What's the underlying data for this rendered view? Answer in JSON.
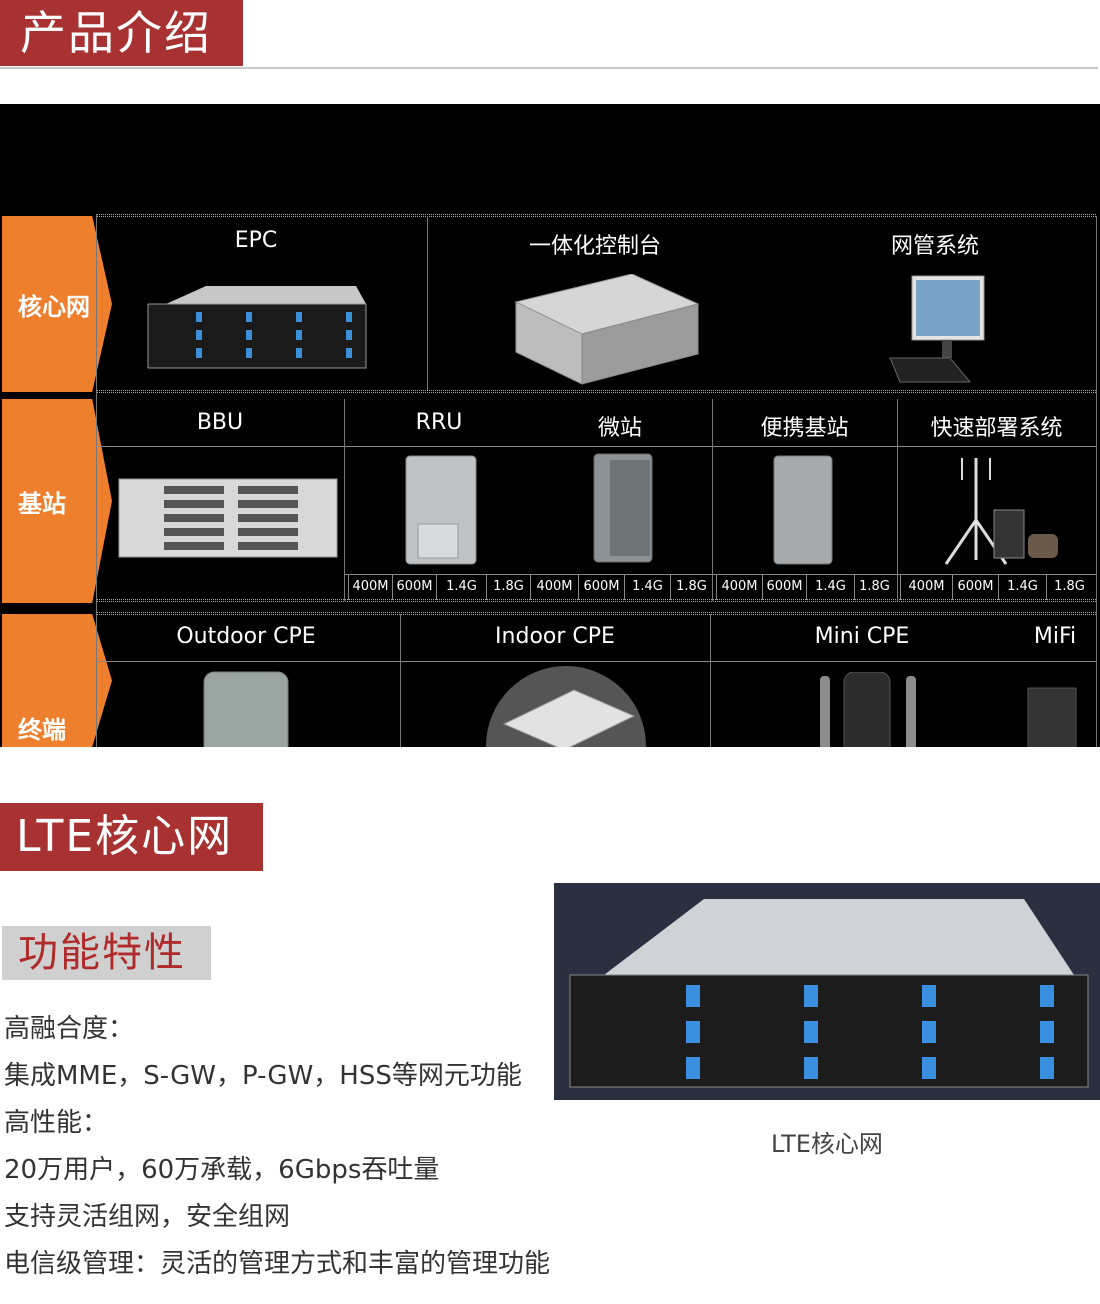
{
  "header1": "产品介绍",
  "panel": {
    "categories": [
      "核心网",
      "基站",
      "终端"
    ],
    "core": [
      "EPC",
      "一体化控制台",
      "网管系统"
    ],
    "bs": [
      "BBU",
      "RRU",
      "微站",
      "便携基站",
      "快速部署系统"
    ],
    "terminal": [
      "Outdoor CPE",
      "Indoor CPE",
      "Mini CPE",
      "MiFi"
    ],
    "specs": [
      "400M",
      "600M",
      "1.4G",
      "1.8G"
    ]
  },
  "header2": "LTE核心网",
  "sub_header": "功能特性",
  "features": [
    "高融合度：",
    "集成MME，S-GW，P-GW，HSS等网元功能",
    "高性能：",
    "20万用户，60万承载，6Gbps吞吐量",
    "支持灵活组网，安全组网",
    "电信级管理：灵活的管理方式和丰富的管理功能"
  ],
  "caption": "LTE核心网"
}
